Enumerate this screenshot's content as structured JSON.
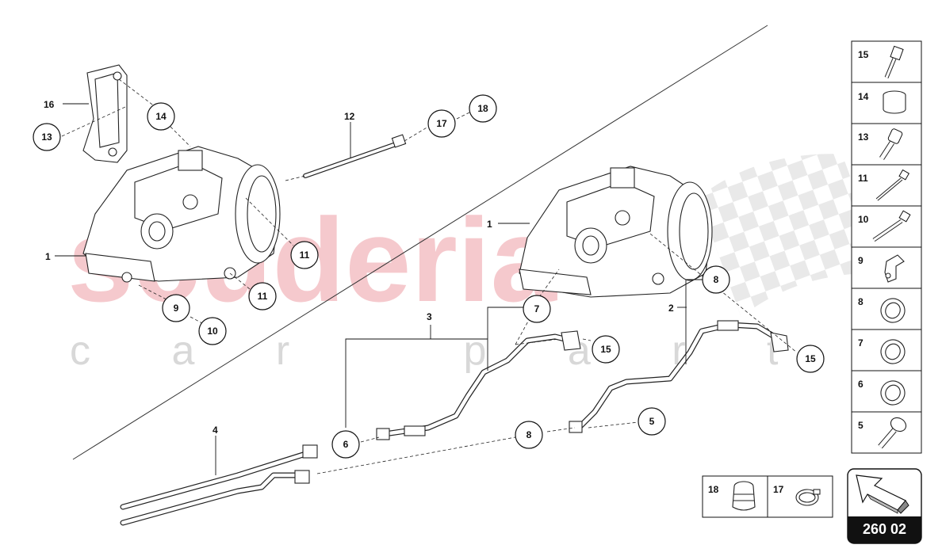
{
  "watermark": {
    "brand": "scuderia",
    "subtitle": "c a r   p a r t s",
    "brand_color": "#f2b8bd",
    "subtitle_color": "#d8d8d8"
  },
  "diagram_code": "260 02",
  "callouts": [
    {
      "num": "1"
    },
    {
      "num": "1"
    },
    {
      "num": "2"
    },
    {
      "num": "3"
    },
    {
      "num": "4"
    },
    {
      "num": "5"
    },
    {
      "num": "6"
    },
    {
      "num": "7"
    },
    {
      "num": "8"
    },
    {
      "num": "8"
    },
    {
      "num": "9"
    },
    {
      "num": "10"
    },
    {
      "num": "11"
    },
    {
      "num": "11"
    },
    {
      "num": "12"
    },
    {
      "num": "13"
    },
    {
      "num": "14"
    },
    {
      "num": "15"
    },
    {
      "num": "15"
    },
    {
      "num": "16"
    },
    {
      "num": "17"
    },
    {
      "num": "18"
    }
  ],
  "sidebar_parts": [
    "15",
    "14",
    "13",
    "11",
    "10",
    "9",
    "8",
    "7",
    "6",
    "5"
  ],
  "accessory_parts": [
    "18",
    "17"
  ]
}
